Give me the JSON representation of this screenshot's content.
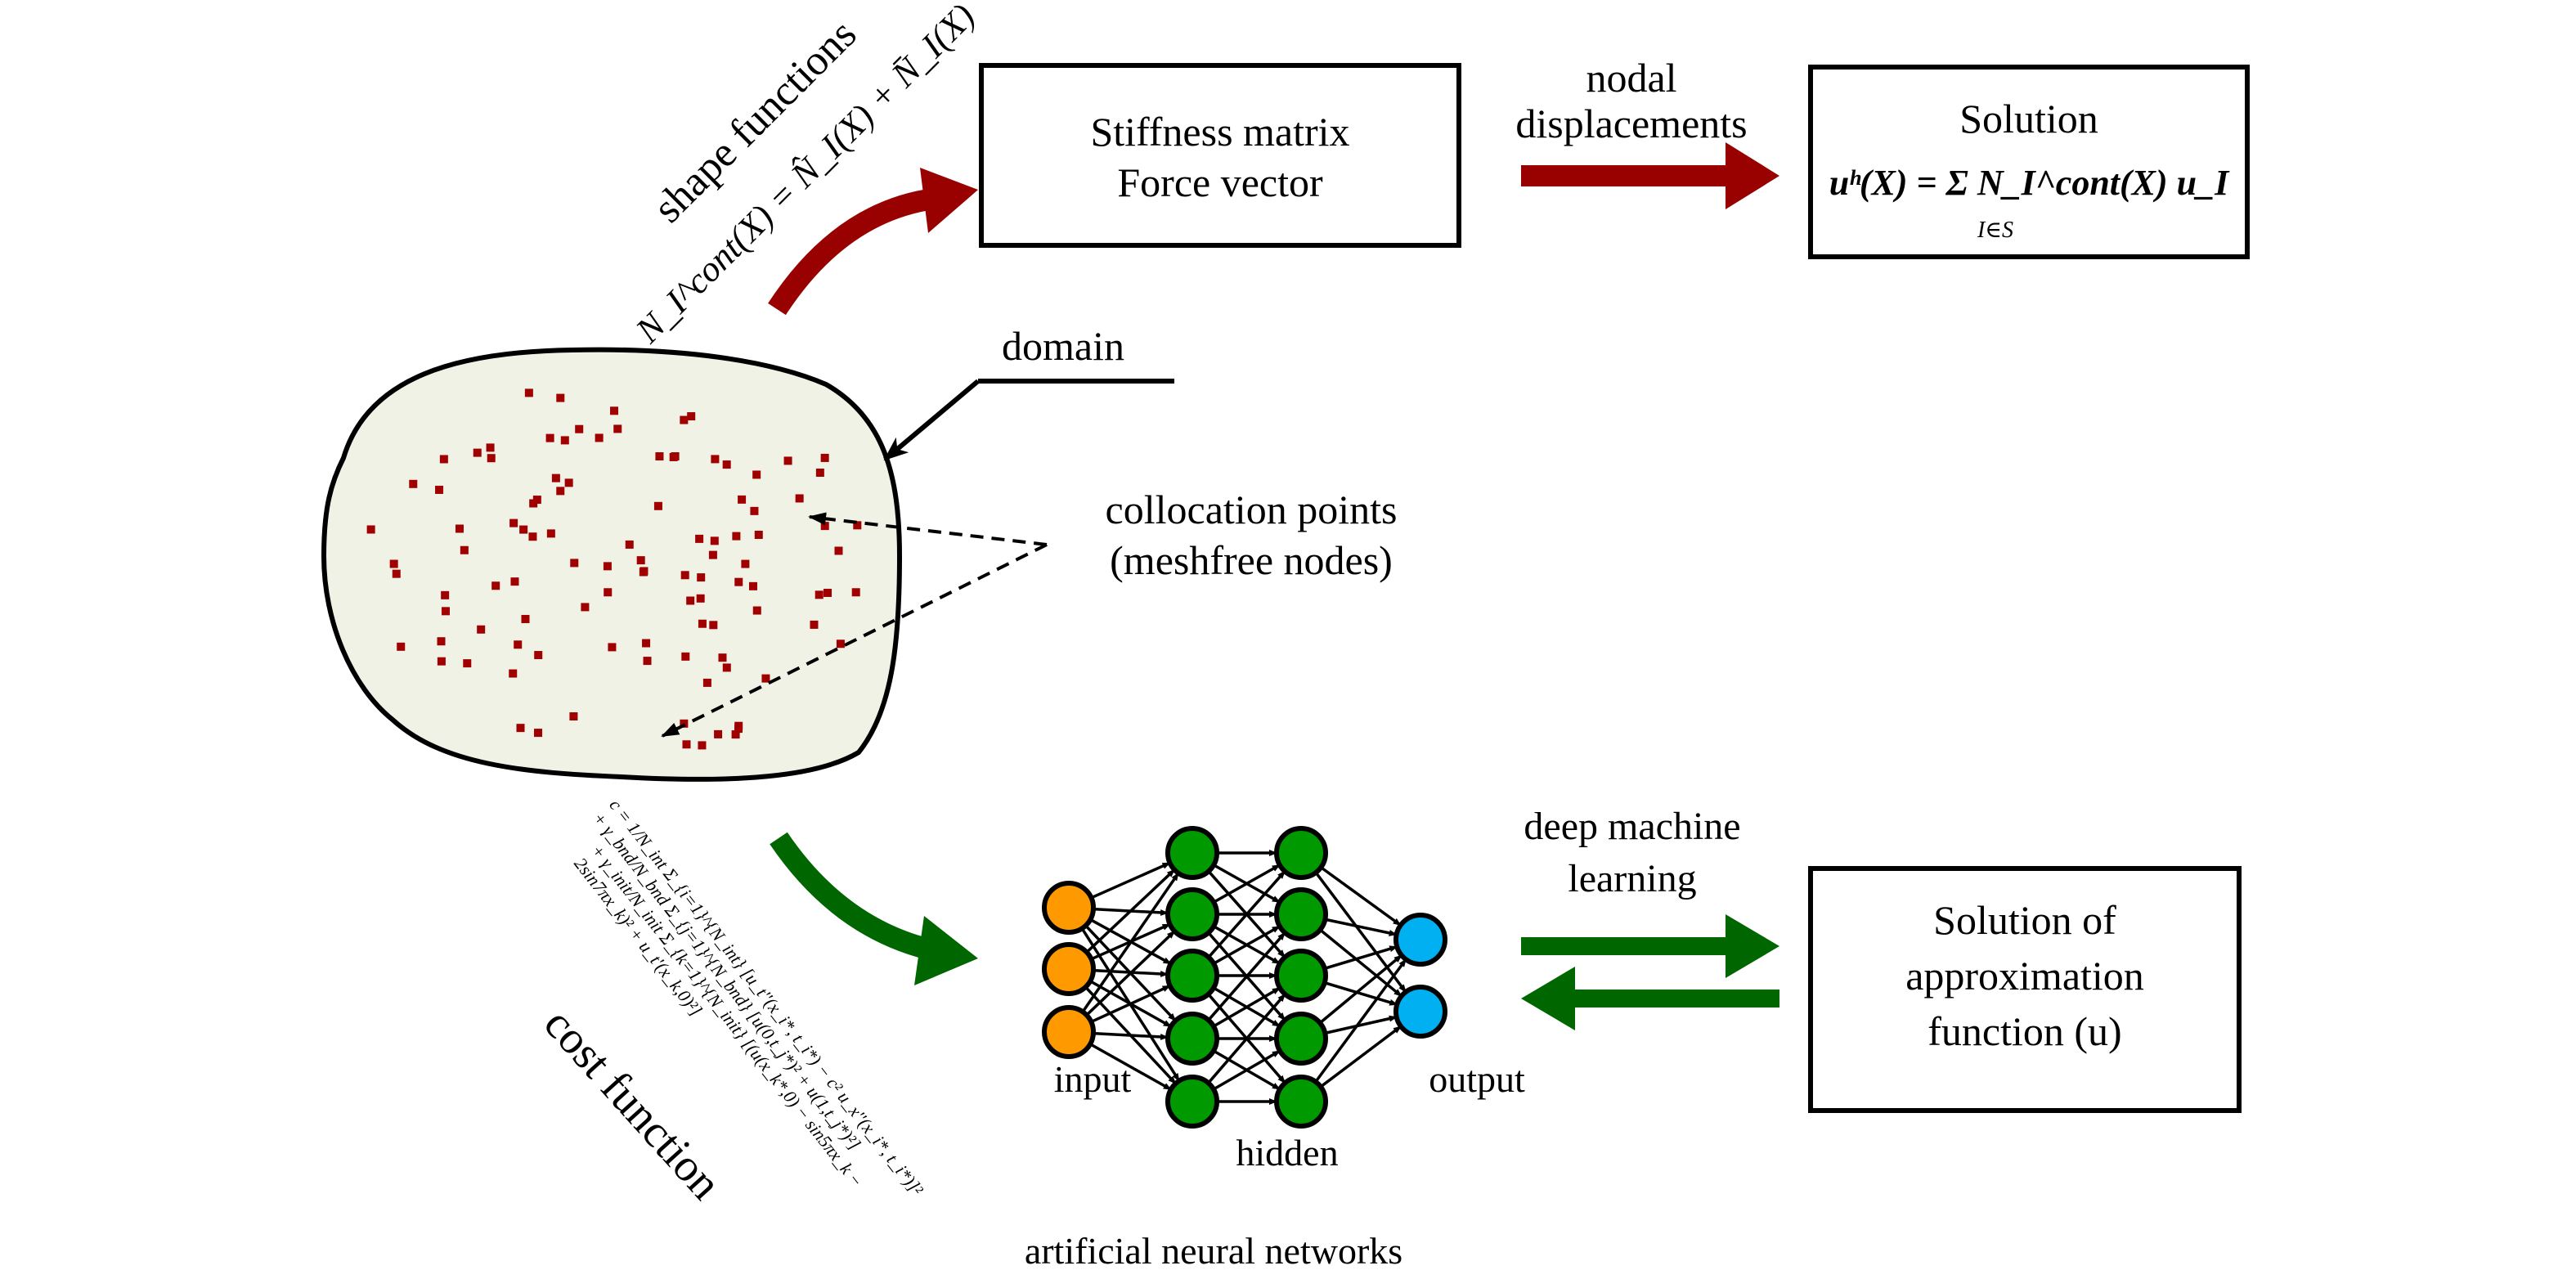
{
  "top": {
    "shape_label": "shape functions",
    "shape_formula": "N_I^cont(X) = N̂_I(X) + N̄_I(X)",
    "stiffness_line1": "Stiffness matrix",
    "stiffness_line2": "Force vector",
    "nodal_line1": "nodal",
    "nodal_line2": "displacements",
    "solution_title": "Solution",
    "solution_formula": "uʰ(X) = Σ N_I^cont(X) u_I",
    "solution_sum_index": "I∈S"
  },
  "domain": {
    "label": "domain",
    "collocation_line1": "collocation points",
    "collocation_line2": "(meshfree nodes)"
  },
  "bottom": {
    "cost_formula_line1": "c  =  1/N_int Σ_{i=1}^{N_int} [u_t''(x_i*, t_i*) − c² u_x''(x_i*, t_i*)]² + γ_bnd/N_bnd Σ_{j=1}^{N_bnd} [u(0,t_j*)² + u(1,t_j*)²]",
    "cost_formula_line2": "+ γ_init/N_init Σ_{k=1}^{N_init} [(u(x_k*,0) − sin5πx_k − 2sin7πx_k)² + u_t'(x_k,0)²]",
    "cost_label": "cost function",
    "input_label": "input",
    "hidden_label": "hidden",
    "output_label": "output",
    "ann_label": "artificial neural networks",
    "dml_line1": "deep machine",
    "dml_line2": "learning",
    "approx_line1": "Solution of",
    "approx_line2": "approximation",
    "approx_line3": "function (u)"
  },
  "colors": {
    "red_arrow": "#990000",
    "green_arrow": "#006600",
    "domain_fill": "#f0f2e6",
    "node_point": "#a00000",
    "input_node": "#ff9900",
    "hidden_node": "#009900",
    "output_node": "#00b0f0"
  },
  "network": {
    "layers": [
      3,
      5,
      5,
      2
    ]
  }
}
